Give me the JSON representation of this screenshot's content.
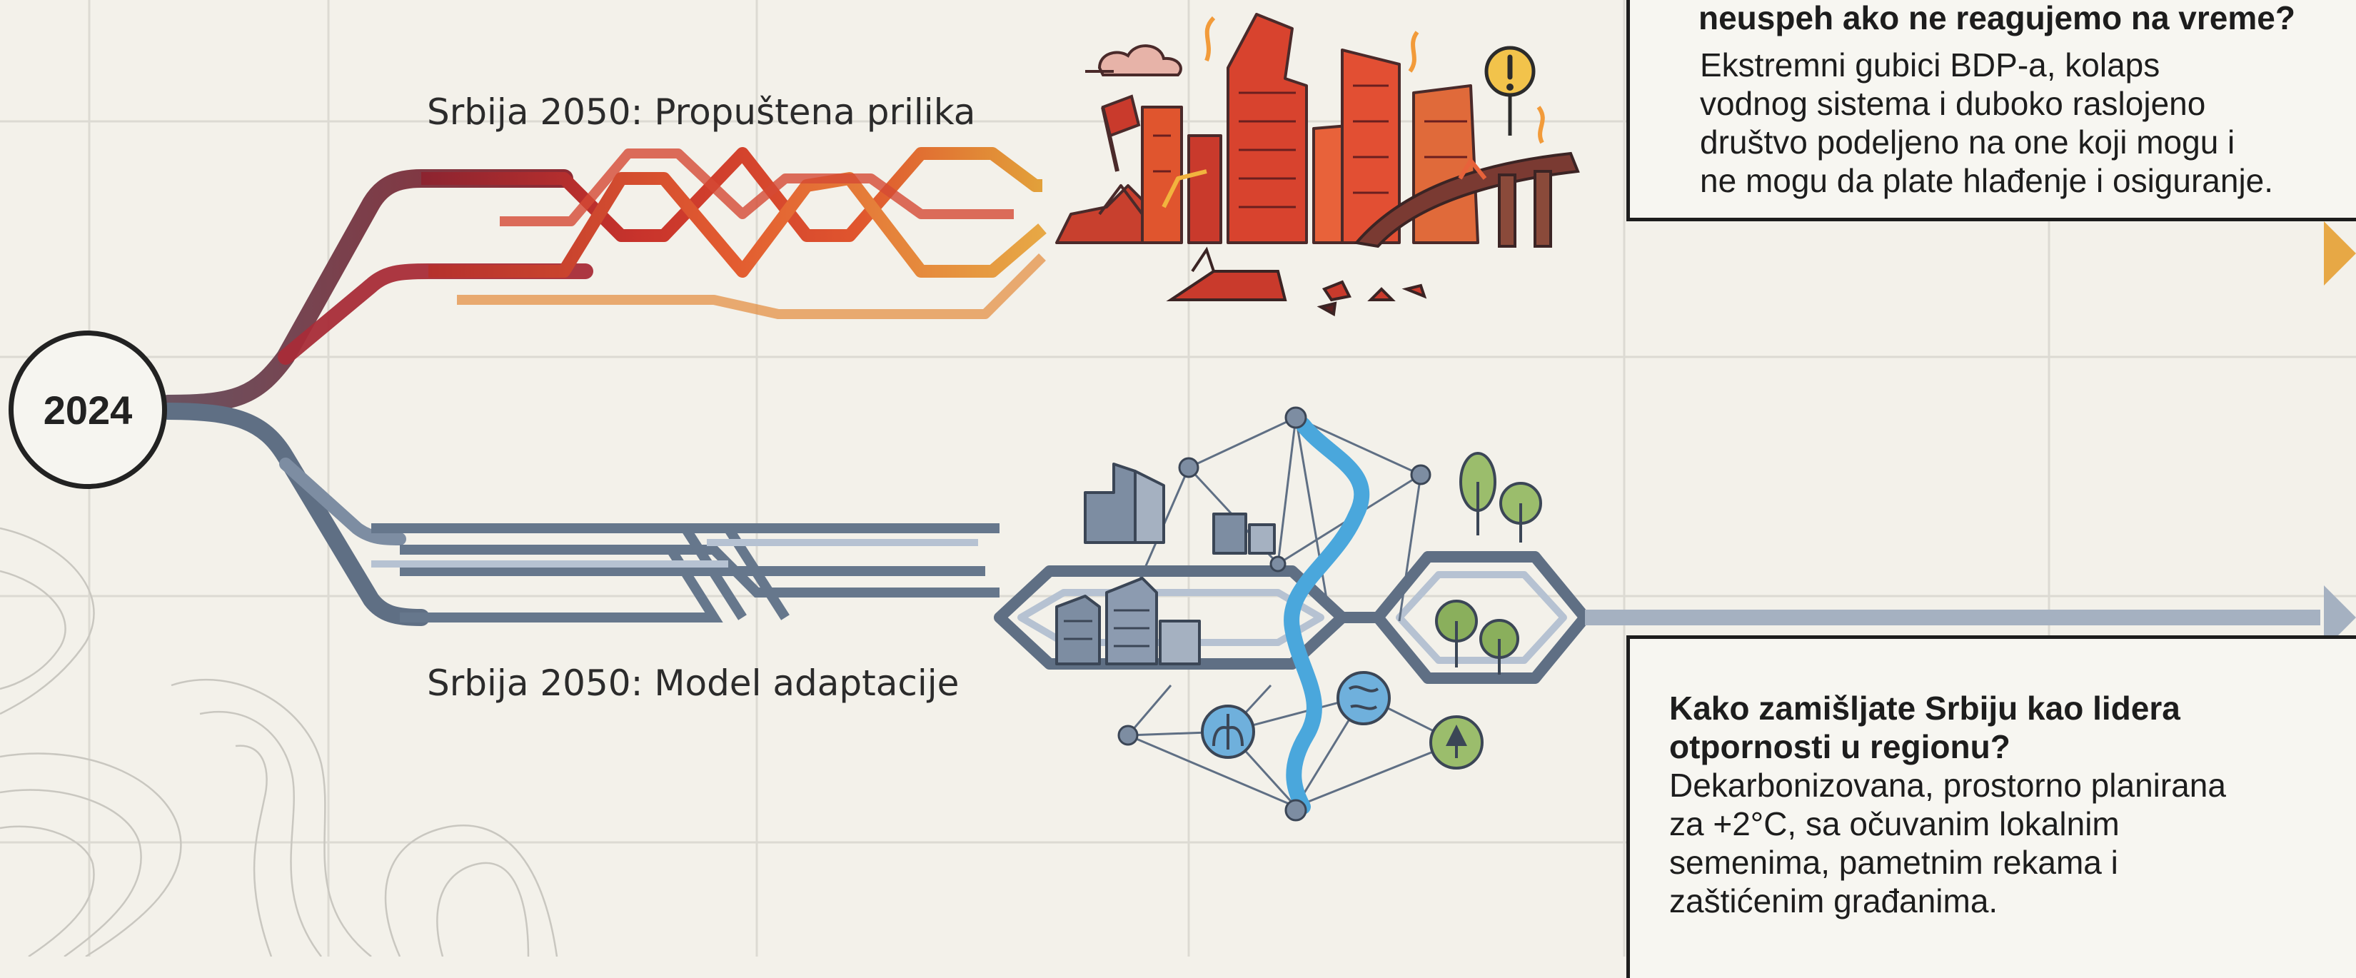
{
  "start_year": "2024",
  "scenarios": {
    "negative": {
      "title": "Srbija 2050: Propuštena prilika",
      "question": "neuspeh ako ne reagujemo na vreme?",
      "answer_lines": [
        "Ekstremni gubici BDP-a, kolaps",
        "vodnog sistema i duboko raslojeno",
        "društvo podeljeno na one koji mogu i",
        "ne mogu da plate hlađenje i osiguranje."
      ]
    },
    "positive": {
      "title": "Srbija 2050: Model adaptacije",
      "question_lines": [
        "Kako zamišljate Srbiju kao lidera",
        "otpornosti u regionu?"
      ],
      "answer_lines": [
        "Dekarbonizovana, prostorno planirana",
        "za +2°C, sa očuvanim lokalnim",
        "semenima, pametnim rekama i",
        "zaštićenim građanima."
      ]
    }
  },
  "colors": {
    "background": "#f3f1ea",
    "grid": "#dcdad3",
    "neg_dark": "#a8262b",
    "neg_mid": "#d94a2e",
    "neg_light": "#e8a03e",
    "pos_dark": "#5f6f84",
    "pos_light": "#b6c2d2",
    "water": "#4aa7dc",
    "tree": "#7f9e56",
    "ink": "#1d1d1d"
  },
  "icons": {
    "negative": [
      "collapsing-city-icon",
      "warning-sign-icon",
      "broken-bridge-icon",
      "broken-ground-icon",
      "cloud-icon",
      "flag-icon"
    ],
    "positive": [
      "resilient-city-icon",
      "river-icon",
      "tree-icon",
      "network-node-icon",
      "leaf-node-icon",
      "planet-node-icon"
    ]
  }
}
